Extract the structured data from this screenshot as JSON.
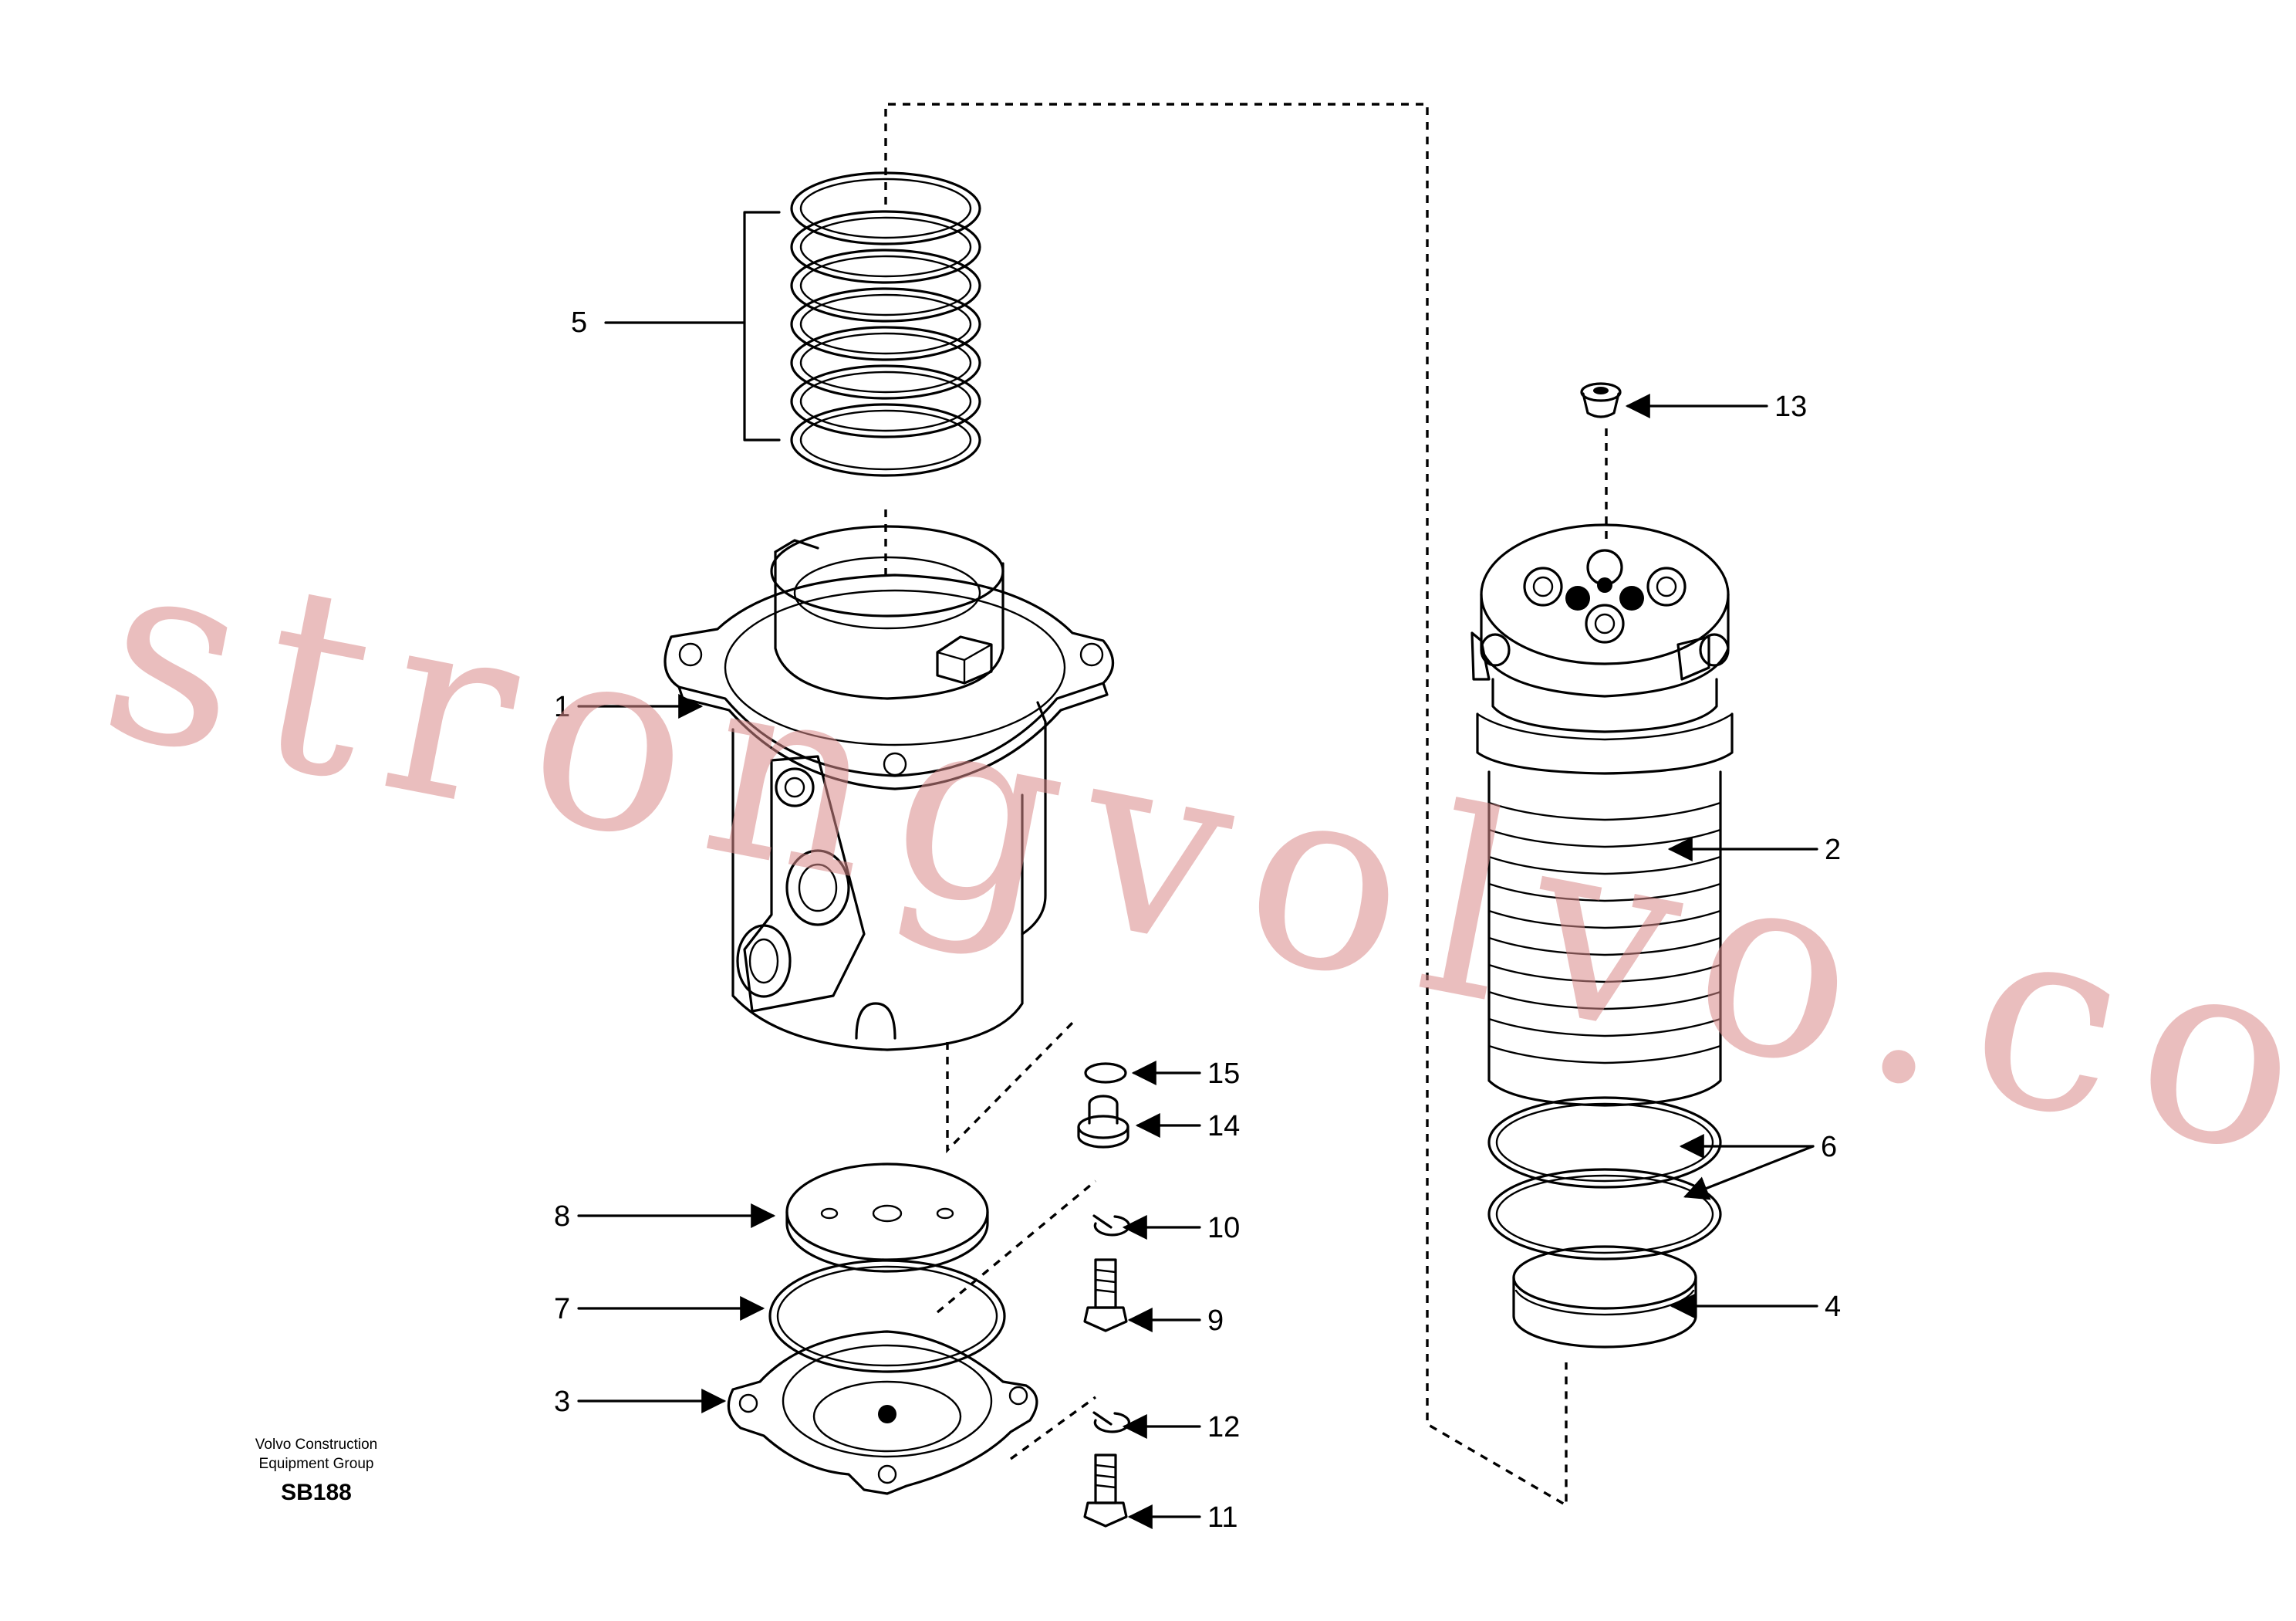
{
  "diagram": {
    "credit_line_1": "Volvo Construction",
    "credit_line_2": "Equipment Group",
    "drawing_code": "SB188",
    "watermark": "strongvolvo.com",
    "callouts": [
      "1",
      "2",
      "3",
      "4",
      "5",
      "6",
      "7",
      "8",
      "9",
      "10",
      "11",
      "12",
      "13",
      "14",
      "15"
    ]
  }
}
